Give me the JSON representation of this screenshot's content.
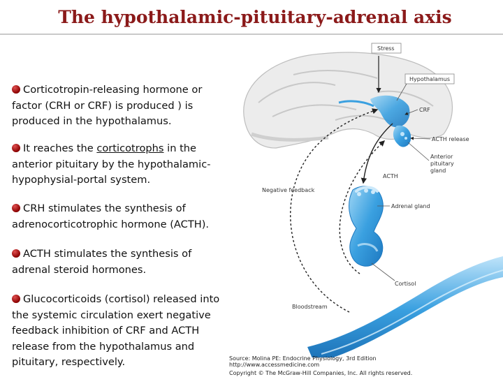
{
  "title": "The hypothalamic-pituitary-adrenal axis",
  "bullets": [
    {
      "before": "Corticotropin-releasing  hormone or factor (CRH or CRF) is produced ) is produced in the hypothalamus.",
      "link": "",
      "after": ""
    },
    {
      "before": "It reaches the ",
      "link": "corticotrophs",
      "after": " in the anterior pituitary by the hypothalamic-hypophysial-portal system."
    },
    {
      "before": "CRH stimulates the synthesis of adrenocorticotrophic hormone (ACTH).",
      "link": "",
      "after": ""
    },
    {
      "before": "ACTH stimulates the synthesis of adrenal steroid hormones.",
      "link": "",
      "after": ""
    },
    {
      "before": "Glucocorticoids (cortisol) released into the systemic circulation exert negative feedback inhibition of CRF and ACTH release from the hypothalamus and pituitary, respectively.",
      "link": "",
      "after": ""
    }
  ],
  "diagram": {
    "labels": {
      "stress": "Stress",
      "hypothalamus": "Hypothalamus",
      "crf": "CRF",
      "acth_release": "ACTH release",
      "anterior_pituitary": [
        "Anterior",
        "pituitary",
        "gland"
      ],
      "acth": "ACTH",
      "negative_feedback": "Negative feedback",
      "adrenal_gland": "Adrenal gland",
      "cortisol": "Cortisol",
      "bloodstream": "Bloodstream"
    },
    "colors": {
      "tissue": "#3aa0e0",
      "tissue_light": "#8fcdf2",
      "brain": "#d9d9d9",
      "arrow": "#222222",
      "title": "#8b1a1a"
    }
  },
  "credits": [
    "Source: Molina PE: Endocrine Physiology, 3rd Edition",
    "http://www.accessmedicine.com",
    "Copyright © The McGraw-Hill Companies, Inc. All rights reserved."
  ]
}
